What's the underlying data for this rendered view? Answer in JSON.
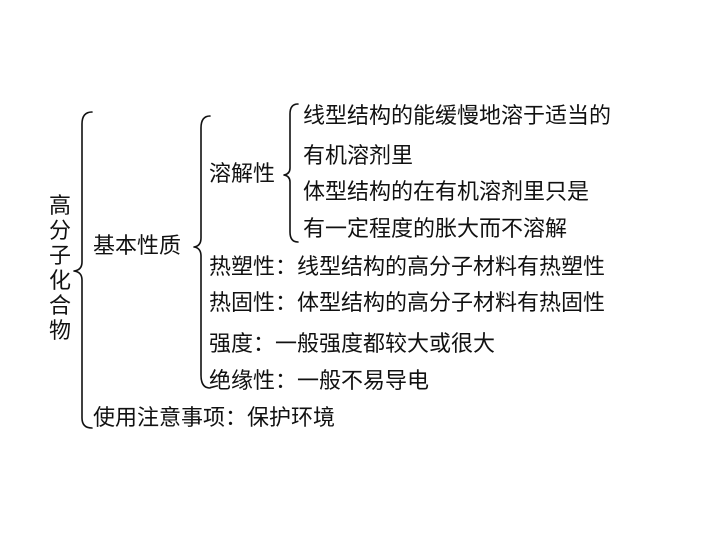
{
  "root": {
    "label": "高分子化合物"
  },
  "branches": {
    "basic_properties": {
      "label": "基本性质",
      "solubility": {
        "label": "溶解性",
        "lines": [
          "线型结构的能缓慢地溶于适当的",
          "有机溶剂里",
          "体型结构的在有机溶剂里只是",
          "有一定程度的胀大而不溶解"
        ]
      },
      "items": [
        "热塑性：线型结构的高分子材料有热塑性",
        "热固性：体型结构的高分子材料有热固性",
        "强度：一般强度都较大或很大",
        "绝缘性：一般不易导电"
      ]
    },
    "usage": {
      "label": "使用注意事项：保护环境"
    }
  }
}
